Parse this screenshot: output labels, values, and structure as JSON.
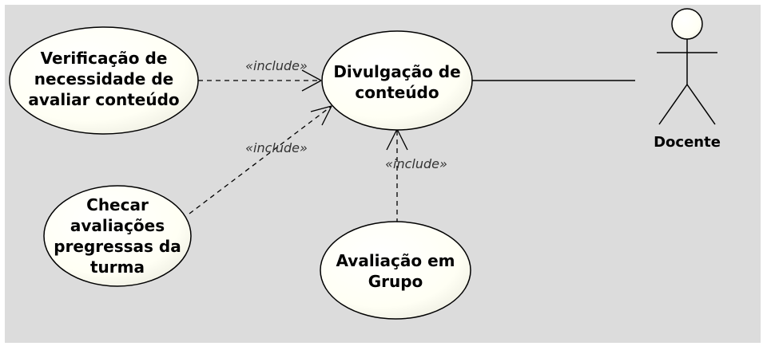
{
  "colors": {
    "canvas_background": "#dcdcdc",
    "page_border": "#ffffff",
    "usecase_fill": "#fffff4",
    "usecase_gradient_edge": "#f0f0e0",
    "stroke": "#000000",
    "stereotype_text": "#333333"
  },
  "diagram": {
    "actor": {
      "name": "Docente",
      "icon": "stick-figure-icon"
    },
    "use_cases": {
      "divulgacao": [
        "Divulgação de",
        "conteúdo"
      ],
      "verificacao": [
        "Verificação de",
        "necessidade de",
        "avaliar conteúdo"
      ],
      "checar": [
        "Checar",
        "avaliações",
        "pregressas da",
        "turma"
      ],
      "avaliacao": [
        "Avaliação em",
        "Grupo"
      ]
    },
    "relations": {
      "include_verificacao": "«include»",
      "include_checar": "«include»",
      "include_avaliacao": "«include»"
    }
  }
}
